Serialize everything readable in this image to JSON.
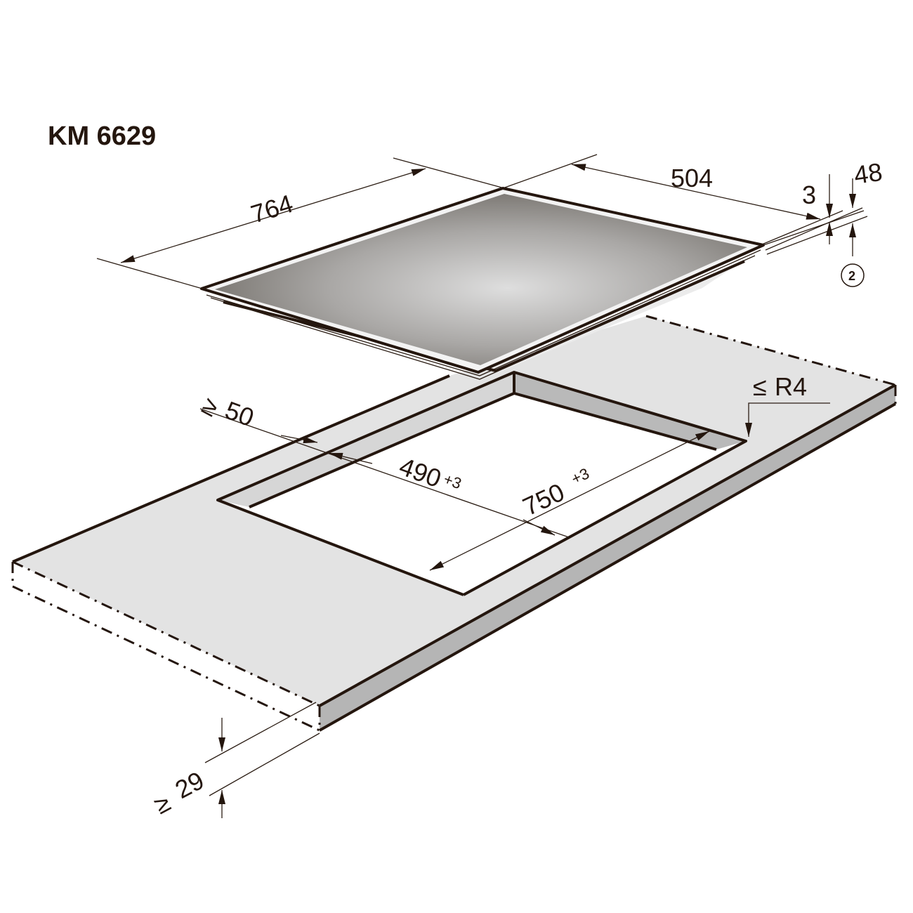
{
  "title": "KM 6629",
  "colors": {
    "ink": "#24160e",
    "worktop_top": "#e3e3e3",
    "worktop_edge": "#b5b5b5",
    "cutout_wall_light": "#dcdcdc",
    "cutout_wall_dark": "#b8b8b8",
    "glass_dark": "#5a5550",
    "glass_light": "#d9d9d9",
    "frame": "#f1f1f1"
  },
  "dimensions": {
    "hob_width": "764",
    "hob_depth": "504",
    "frame_height": "3",
    "install_depth": "48",
    "reference_marker": "2",
    "min_rear_clearance_symbol": "≥",
    "min_rear_clearance": "50",
    "cutout_depth": "490",
    "cutout_depth_tol": "+3",
    "cutout_width": "750",
    "cutout_width_tol": "+3",
    "corner_radius_symbol": "≤",
    "corner_radius": "R4",
    "min_worktop_thickness_symbol": "≥",
    "min_worktop_thickness": "29"
  }
}
